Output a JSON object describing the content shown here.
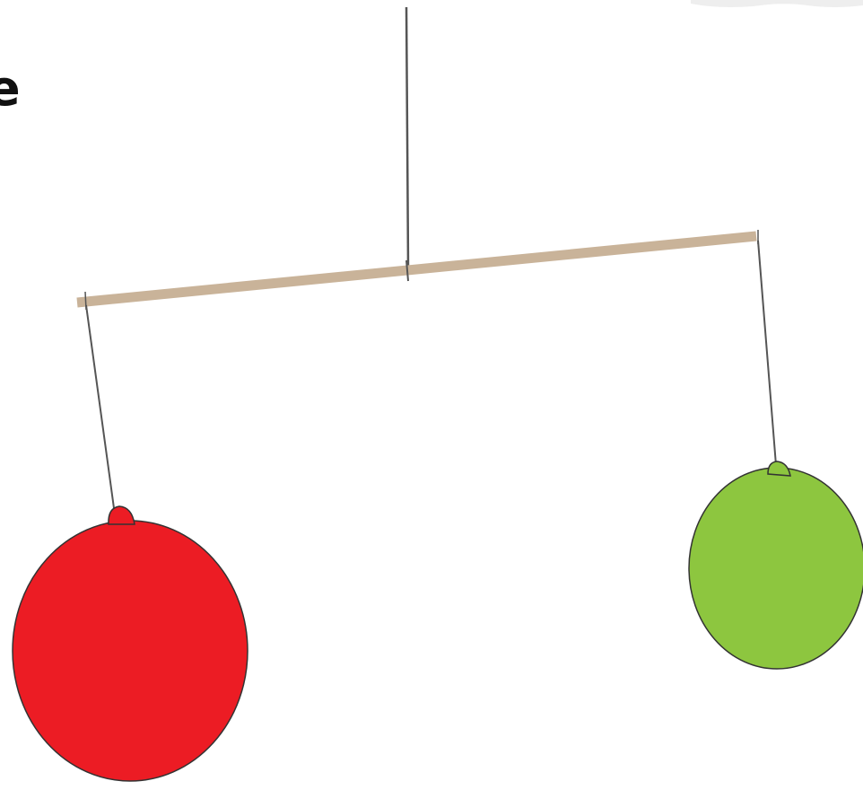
{
  "edge_text": "e",
  "colors": {
    "background": "#ffffff",
    "string": "#555555",
    "rod": "#c9b399",
    "rod_outline": "#b39a7d",
    "left_ornament": "#ec1c24",
    "right_ornament": "#8dc63f",
    "ornament_outline": "#333333",
    "corner_fragment": "#eeeeee"
  },
  "objects": {
    "mobile": "hanging-mobile",
    "left_ornament": "red-ornament",
    "right_ornament": "green-ornament",
    "rod": "balance-rod"
  }
}
